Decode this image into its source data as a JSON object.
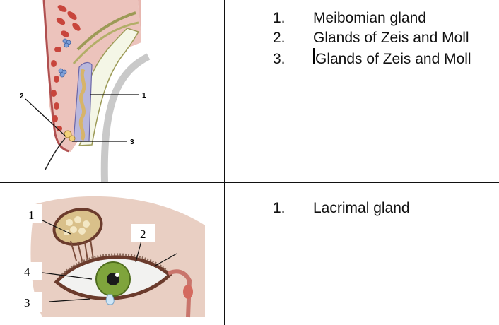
{
  "rows": [
    {
      "figure": {
        "icon": "eyelid-cross-section-diagram",
        "callouts": [
          "1",
          "2",
          "3"
        ]
      },
      "answers": [
        {
          "number": "1.",
          "text": "Meibomian gland"
        },
        {
          "number": "2.",
          "text": "Glands of Zeis and Moll"
        },
        {
          "number": "3.",
          "text": "Glands of Zeis and Moll"
        }
      ]
    },
    {
      "figure": {
        "icon": "lacrimal-apparatus-illustration",
        "callouts": [
          "1",
          "2",
          "4",
          "3"
        ]
      },
      "answers": [
        {
          "number": "1.",
          "text": "Lacrimal gland"
        }
      ]
    }
  ],
  "colors": {
    "border": "#111111",
    "skin": "#ecc3bc",
    "gland_red": "#c8453c",
    "tarsus": "#b9b7dc",
    "iris": "#7fa43c"
  }
}
